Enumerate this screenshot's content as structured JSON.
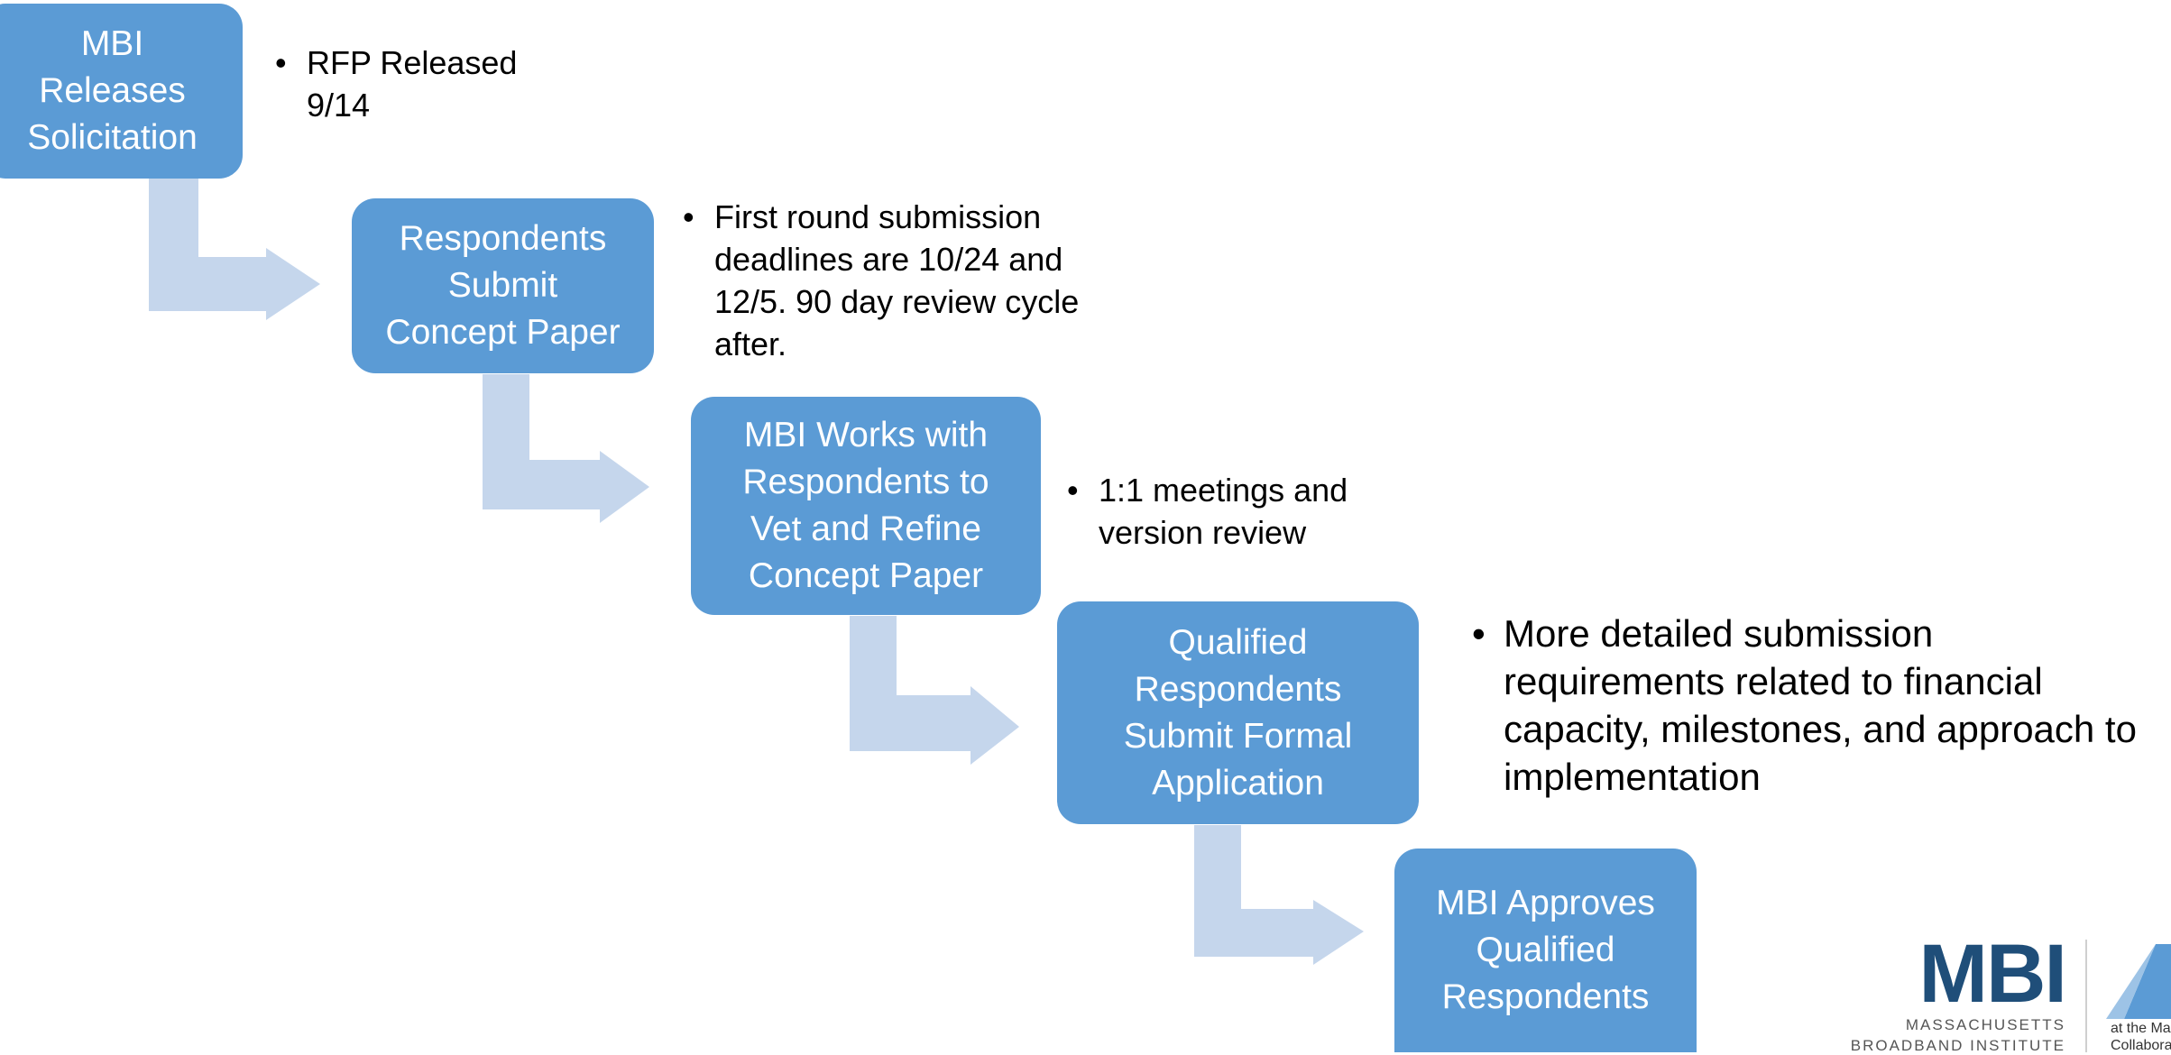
{
  "steps": [
    {
      "label": "MBI\nReleases\nSolicitation"
    },
    {
      "label": "Respondents\nSubmit\nConcept Paper"
    },
    {
      "label": "MBI Works with\nRespondents to\nVet and Refine\nConcept Paper"
    },
    {
      "label": "Qualified\nRespondents\nSubmit Formal\nApplication"
    },
    {
      "label": "MBI Approves\nQualified\nRespondents"
    }
  ],
  "notes": [
    {
      "text": "RFP Released\n9/14"
    },
    {
      "text": "First round submission\ndeadlines are 10/24 and\n12/5. 90 day review cycle\nafter."
    },
    {
      "text": "1:1 meetings and\nversion review"
    },
    {
      "text": "More detailed submission\nrequirements related to financial\ncapacity, milestones, and approach to\nimplementation"
    }
  ],
  "bullet": "•",
  "logo": {
    "mark": "MBI",
    "line1": "MASSACHUSETTS",
    "line2": "BROADBAND INSTITUTE",
    "side1": "at the Ma",
    "side2": "Collabora"
  },
  "colors": {
    "step_fill": "#5b9bd5",
    "arrow_fill": "#c5d6ec",
    "logo_navy": "#1f4e79",
    "logo_triangle": "#5b9bd5"
  }
}
